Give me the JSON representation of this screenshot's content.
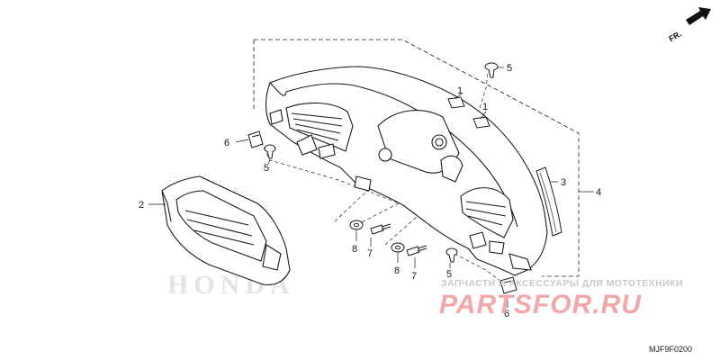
{
  "diagram": {
    "direction_label": "FR.",
    "diagram_code": "MJF9F0200",
    "brand_logo_text": "HONDA",
    "watermark_line": "ЗАПЧАСТИ И АКСЕССУАРЫ ДЛЯ МОТОТЕХНИКИ",
    "watermark_site": "PARTSFOR.RU",
    "callouts": [
      {
        "id": "c1a",
        "label": "1"
      },
      {
        "id": "c1b",
        "label": "1"
      },
      {
        "id": "c2",
        "label": "2"
      },
      {
        "id": "c3",
        "label": "3"
      },
      {
        "id": "c4",
        "label": "4"
      },
      {
        "id": "c5a",
        "label": "5"
      },
      {
        "id": "c5b",
        "label": "5"
      },
      {
        "id": "c5c",
        "label": "5"
      },
      {
        "id": "c6a",
        "label": "6"
      },
      {
        "id": "c6b",
        "label": "6"
      },
      {
        "id": "c7a",
        "label": "7"
      },
      {
        "id": "c7b",
        "label": "7"
      },
      {
        "id": "c8a",
        "label": "8"
      },
      {
        "id": "c8b",
        "label": "8"
      }
    ]
  }
}
